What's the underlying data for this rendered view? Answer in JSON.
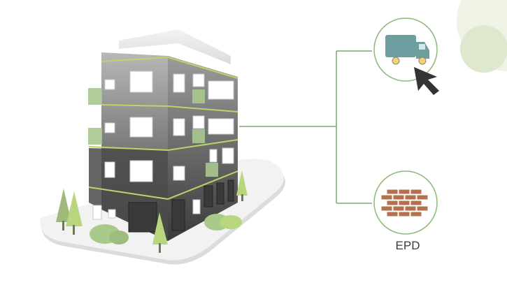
{
  "diagram": {
    "nodes": [
      {
        "id": "building",
        "icon": "building-illustration"
      },
      {
        "id": "transport",
        "icon": "truck-icon"
      },
      {
        "id": "epd",
        "icon": "brick-wall-icon",
        "label": "EPD"
      }
    ],
    "connectors": [
      {
        "from": "building",
        "to": "transport"
      },
      {
        "from": "building",
        "to": "epd"
      }
    ],
    "colors": {
      "accent_green": "#8cb87a",
      "line_green": "#7aab6c",
      "circle_stroke": "#8cb87a",
      "truck_body": "#6f9ea0",
      "brick": "#b5714f",
      "building_dark": "#4a4a4a",
      "building_light": "#8a8a8a",
      "decor_bubble": "#e3ecd6"
    },
    "cursor_icon": "mouse-pointer-icon"
  }
}
